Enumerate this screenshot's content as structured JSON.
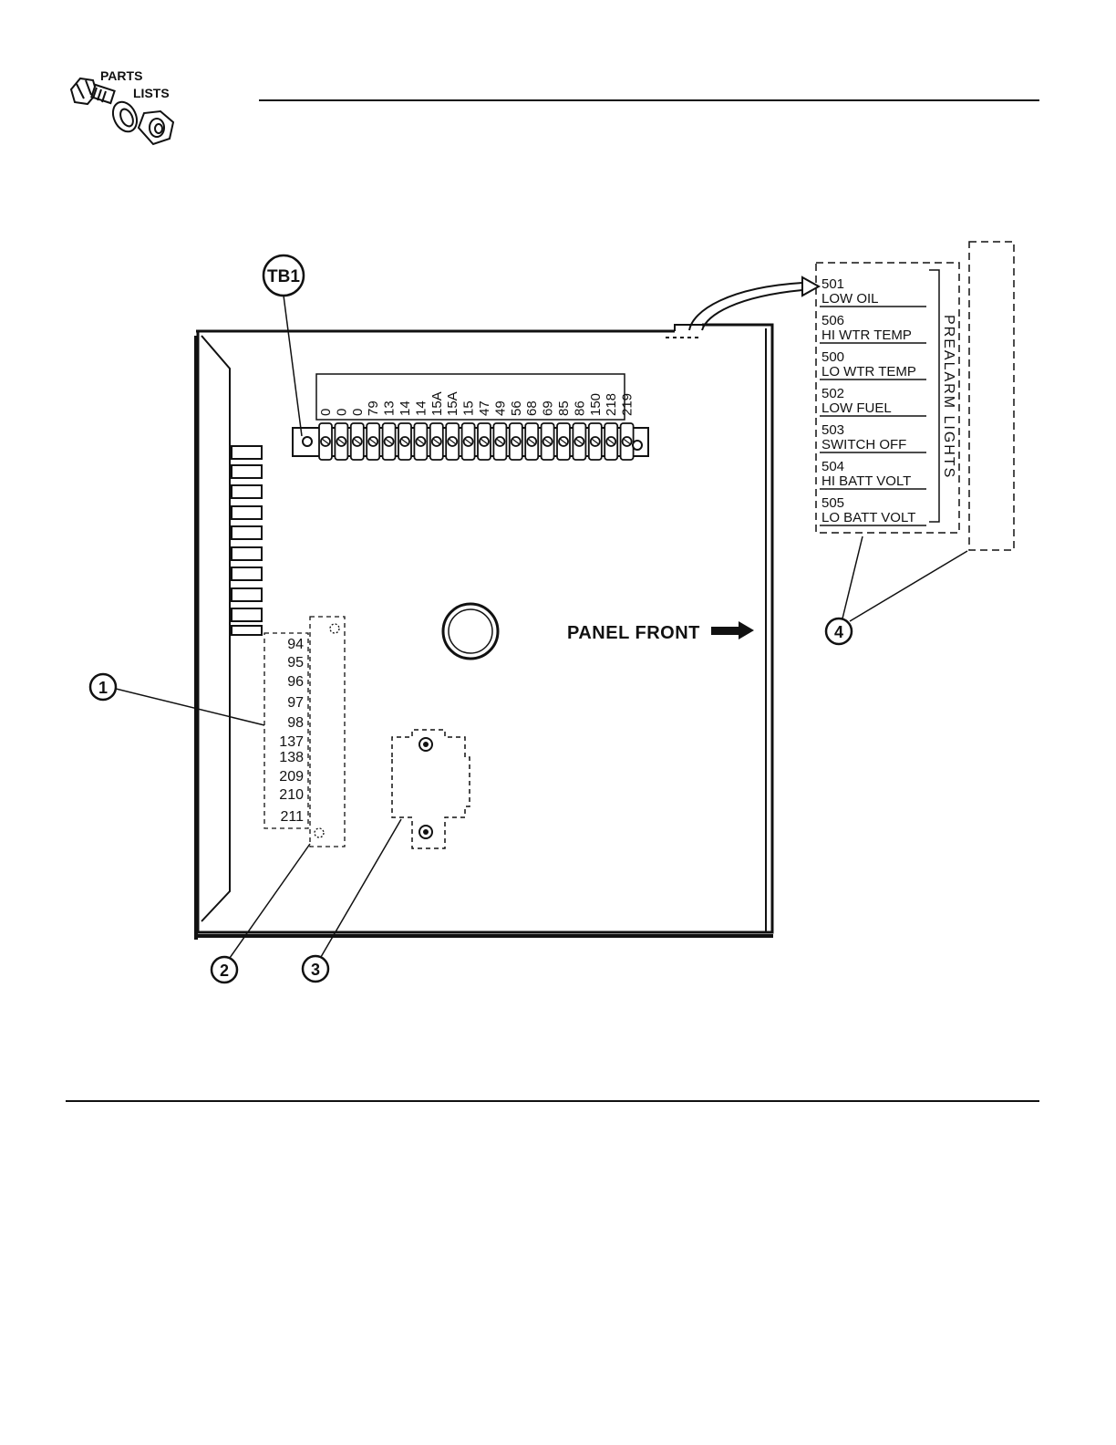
{
  "header": {
    "logo_line1": "PARTS",
    "logo_line2": "LISTS"
  },
  "diagram": {
    "tb1_label": "TB1",
    "terminal_labels": [
      "0",
      "0",
      "0",
      "79",
      "13",
      "14",
      "14",
      "15A",
      "15A",
      "15",
      "47",
      "49",
      "56",
      "68",
      "69",
      "85",
      "86",
      "150",
      "218",
      "219"
    ],
    "left_strip_labels": [
      "94",
      "95",
      "96",
      "97",
      "98",
      "137",
      "138",
      "209",
      "210",
      "211"
    ],
    "panel_front_label": "PANEL FRONT",
    "prealarm_title": "PREALARM LIGHTS",
    "prealarm_items": [
      {
        "code": "501",
        "name": "LOW OIL"
      },
      {
        "code": "506",
        "name": "HI WTR TEMP"
      },
      {
        "code": "500",
        "name": "LO WTR TEMP"
      },
      {
        "code": "502",
        "name": "LOW FUEL"
      },
      {
        "code": "503",
        "name": "SWITCH OFF"
      },
      {
        "code": "504",
        "name": "HI BATT VOLT"
      },
      {
        "code": "505",
        "name": "LO BATT VOLT"
      }
    ],
    "callouts": [
      "1",
      "2",
      "3",
      "4"
    ]
  },
  "colors": {
    "ink": "#111111",
    "paper": "#ffffff"
  }
}
